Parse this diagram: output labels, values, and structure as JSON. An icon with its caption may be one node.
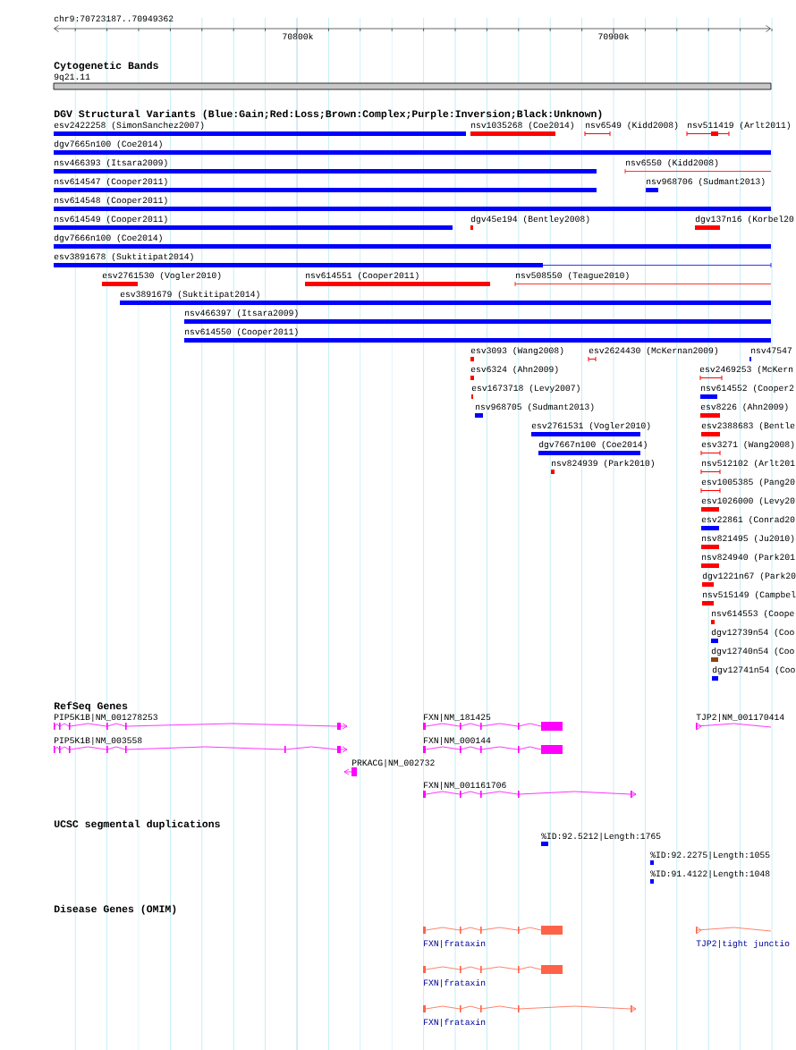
{
  "diagram": {
    "labels": [
      "chr9:70723187..70949362",
      "70800k",
      "70900k",
      "Cytogenetic Bands",
      "9q21.11",
      "DGV Structural Variants (Blue:Gain;Red:Loss;Brown:Complex;Purple:Inversion;Black:Unknown)",
      "esv2422258 (SimonSanchez2007)",
      "nsv1035268 (Coe2014)",
      "nsv6549 (Kidd2008)",
      "nsv511419 (Arlt2011)",
      "dgv7665n100 (Coe2014)",
      "nsv466393 (Itsara2009)",
      "nsv6550 (Kidd2008)",
      "nsv614547 (Cooper2011)",
      "nsv968706 (Sudmant2013)",
      "nsv614548 (Cooper2011)",
      "nsv614549 (Cooper2011)",
      "dgv45e194 (Bentley2008)",
      "dgv137n16 (Korbel20",
      "dgv7666n100 (Coe2014)",
      "esv3891678 (Suktitipat2014)",
      "esv2761530 (Vogler2010)",
      "nsv614551 (Cooper2011)",
      "nsv508550 (Teague2010)",
      "esv3891679 (Suktitipat2014)",
      "nsv466397 (Itsara2009)",
      "nsv614550 (Cooper2011)",
      "esv3093 (Wang2008)",
      "esv2624430 (McKernan2009)",
      "nsv47547",
      "esv6324 (Ahn2009)",
      "esv2469253 (McKern",
      "esv1673718 (Levy2007)",
      "nsv614552 (Cooper2",
      "nsv968705 (Sudmant2013)",
      "esv8226 (Ahn2009)",
      "esv2761531 (Vogler2010)",
      "esv2388683 (Bentle",
      "dgv7667n100 (Coe2014)",
      "esv3271 (Wang2008)",
      "nsv824939 (Park2010)",
      "nsv512102 (Arlt201",
      "esv1005385 (Pang20",
      "esv1026000 (Levy20",
      "esv22861 (Conrad20",
      "nsv821495 (Ju2010)",
      "nsv824940 (Park201",
      "dgv1221n67 (Park20",
      "nsv515149 (Campbel",
      "nsv614553 (Coope",
      "dgv12739n54 (Coo",
      "dgv12740n54 (Coo",
      "dgv12741n54 (Coo",
      "RefSeq Genes",
      "PIP5K1B|NM_001278253",
      "FXN|NM_181425",
      "TJP2|NM_001170414",
      "PIP5K1B|NM_003558",
      "FXN|NM_000144",
      "PRKACG|NM_002732",
      "FXN|NM_001161706",
      "UCSC segmental duplications",
      "%ID:92.5212|Length:1765",
      "%ID:92.2275|Length:1055",
      "%ID:91.4122|Length:1048",
      "Disease Genes (OMIM)",
      "FXN|frataxin",
      "TJP2|tight junctio",
      "FXN|frataxin",
      "FXN|frataxin"
    ]
  }
}
